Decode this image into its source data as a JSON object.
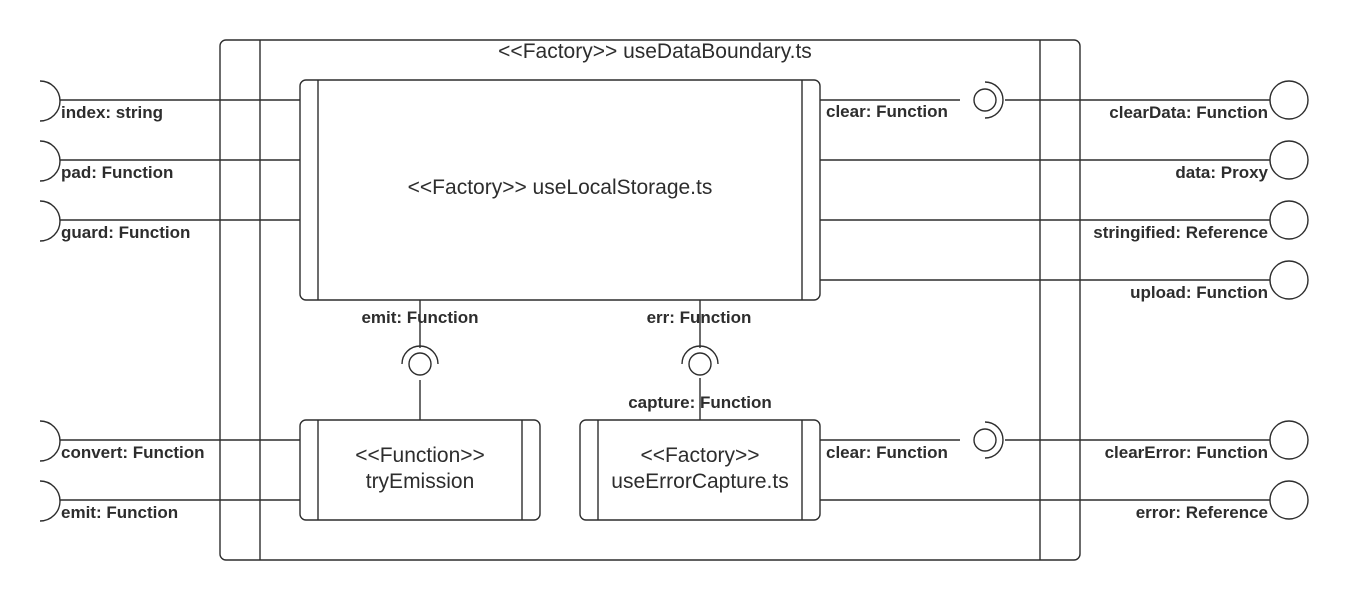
{
  "outer": {
    "title": "<<Factory>> useDataBoundary.ts"
  },
  "local_storage": {
    "title": "<<Factory>> useLocalStorage.ts"
  },
  "try_emission": {
    "title_line1": "<<Function>>",
    "title_line2": "tryEmission"
  },
  "error_capture": {
    "title_line1": "<<Factory>>",
    "title_line2": "useErrorCapture.ts"
  },
  "ports_left": {
    "index": "index: string",
    "pad": "pad: Function",
    "guard": "guard: Function",
    "convert": "convert: Function",
    "emit": "emit: Function"
  },
  "ports_right": {
    "clear_data": "clearData: Function",
    "data": "data: Proxy",
    "stringified": "stringified: Reference",
    "upload": "upload: Function",
    "clear_error": "clearError: Function",
    "error": "error: Reference"
  },
  "inner": {
    "clear_ls": "clear: Function",
    "emit_ls": "emit: Function",
    "err_ls": "err: Function",
    "capture_ec": "capture: Function",
    "clear_ec": "clear: Function"
  }
}
